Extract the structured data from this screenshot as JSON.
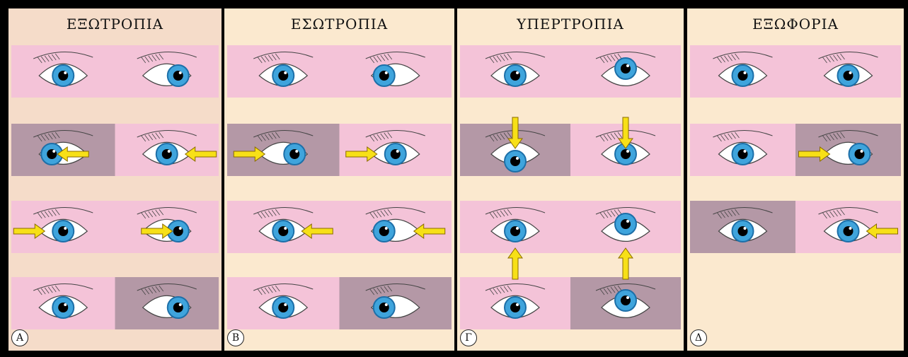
{
  "panels": [
    {
      "id": "A",
      "title": "ΕΞΩΤΡΟΠΙΑ",
      "badge": "Α",
      "background": "#f5dcc9",
      "rows": [
        {
          "left": {
            "iris": "center",
            "shade": false,
            "arrow": null
          },
          "right": {
            "iris": "right",
            "shade": false,
            "arrow": null
          }
        },
        {
          "left": {
            "iris": "left",
            "shade": true,
            "arrow": "left-in"
          },
          "right": {
            "iris": "center",
            "shade": false,
            "arrow": "from-right"
          }
        },
        {
          "left": {
            "iris": "center",
            "shade": false,
            "arrow": "from-left"
          },
          "right": {
            "iris": "right",
            "shade": false,
            "arrow": "right-in"
          }
        },
        {
          "left": {
            "iris": "center",
            "shade": false,
            "arrow": null
          },
          "right": {
            "iris": "right",
            "shade": true,
            "arrow": null
          }
        }
      ]
    },
    {
      "id": "B",
      "title": "ΕΣΩΤΡΟΠΙΑ",
      "badge": "Β",
      "background": "#fbe9cf",
      "rows": [
        {
          "left": {
            "iris": "center",
            "shade": false,
            "arrow": null
          },
          "right": {
            "iris": "left",
            "shade": false,
            "arrow": null
          }
        },
        {
          "left": {
            "iris": "right",
            "shade": true,
            "arrow": "from-left"
          },
          "right": {
            "iris": "center",
            "shade": false,
            "arrow": "from-left"
          }
        },
        {
          "left": {
            "iris": "center",
            "shade": false,
            "arrow": "from-right"
          },
          "right": {
            "iris": "left",
            "shade": false,
            "arrow": "from-right"
          }
        },
        {
          "left": {
            "iris": "center",
            "shade": false,
            "arrow": null
          },
          "right": {
            "iris": "left",
            "shade": true,
            "arrow": null
          }
        }
      ]
    },
    {
      "id": "C",
      "title": "ΥΠΕΡΤΡΟΠΙΑ",
      "badge": "Γ",
      "background": "#fbe9cf",
      "rows": [
        {
          "left": {
            "iris": "center",
            "shade": false,
            "arrow": null
          },
          "right": {
            "iris": "up",
            "shade": false,
            "arrow": null
          }
        },
        {
          "left": {
            "iris": "down",
            "shade": true,
            "arrow": "from-top"
          },
          "right": {
            "iris": "center",
            "shade": false,
            "arrow": "from-top"
          }
        },
        {
          "left": {
            "iris": "center",
            "shade": false,
            "arrow": "from-bottom"
          },
          "right": {
            "iris": "up",
            "shade": false,
            "arrow": "from-bottom"
          }
        },
        {
          "left": {
            "iris": "center",
            "shade": false,
            "arrow": null
          },
          "right": {
            "iris": "up",
            "shade": true,
            "arrow": null
          }
        }
      ]
    },
    {
      "id": "D",
      "title": "ΕΞΩΦΟΡΙΑ",
      "badge": "Δ",
      "background": "#fbe9cf",
      "rows": [
        {
          "left": {
            "iris": "center",
            "shade": false,
            "arrow": null
          },
          "right": {
            "iris": "center",
            "shade": false,
            "arrow": null
          }
        },
        {
          "left": {
            "iris": "center",
            "shade": false,
            "arrow": null
          },
          "right": {
            "iris": "right",
            "shade": true,
            "arrow": "from-left"
          }
        },
        {
          "left": {
            "iris": "center",
            "shade": true,
            "arrow": null
          },
          "right": {
            "iris": "center",
            "shade": false,
            "arrow": "from-right"
          }
        }
      ]
    }
  ],
  "colors": {
    "strip": "#f4c3d8",
    "shade": "#a8919e",
    "iris": "#3fa4dc",
    "iris_dark": "#1d6fa8",
    "pupil": "#000000",
    "arrow_fill": "#f7e017",
    "arrow_stroke": "#8a6a00",
    "line": "#444444"
  }
}
